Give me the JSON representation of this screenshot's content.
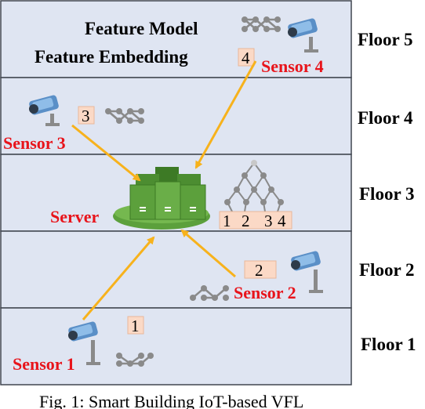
{
  "floors": [
    {
      "label": "Floor 5"
    },
    {
      "label": "Floor 4"
    },
    {
      "label": "Floor 3"
    },
    {
      "label": "Floor 2"
    },
    {
      "label": "Floor 1"
    }
  ],
  "legend": {
    "feature_model": "Feature Model",
    "feature_embedding": "Feature Embedding"
  },
  "sensors": [
    {
      "label": "Sensor 1",
      "embedding": "1"
    },
    {
      "label": "Sensor 2",
      "embedding": "2"
    },
    {
      "label": "Sensor 3",
      "embedding": "3"
    },
    {
      "label": "Sensor 4",
      "embedding": "4"
    }
  ],
  "server": {
    "label": "Server",
    "embeddings": [
      "1",
      "2",
      "3",
      "4"
    ]
  },
  "caption": "Fig. 1: Smart Building IoT-based VFL",
  "colors": {
    "floor_fill": "#dfe5f2",
    "floor_border": "#404650",
    "arrow": "#f7b21c",
    "label_red": "#e8141b",
    "embedding_fill": "#fbd9c6",
    "server_green": "#5ca03c",
    "server_dark": "#3d7a25",
    "network_gray": "#8a8a8a"
  }
}
